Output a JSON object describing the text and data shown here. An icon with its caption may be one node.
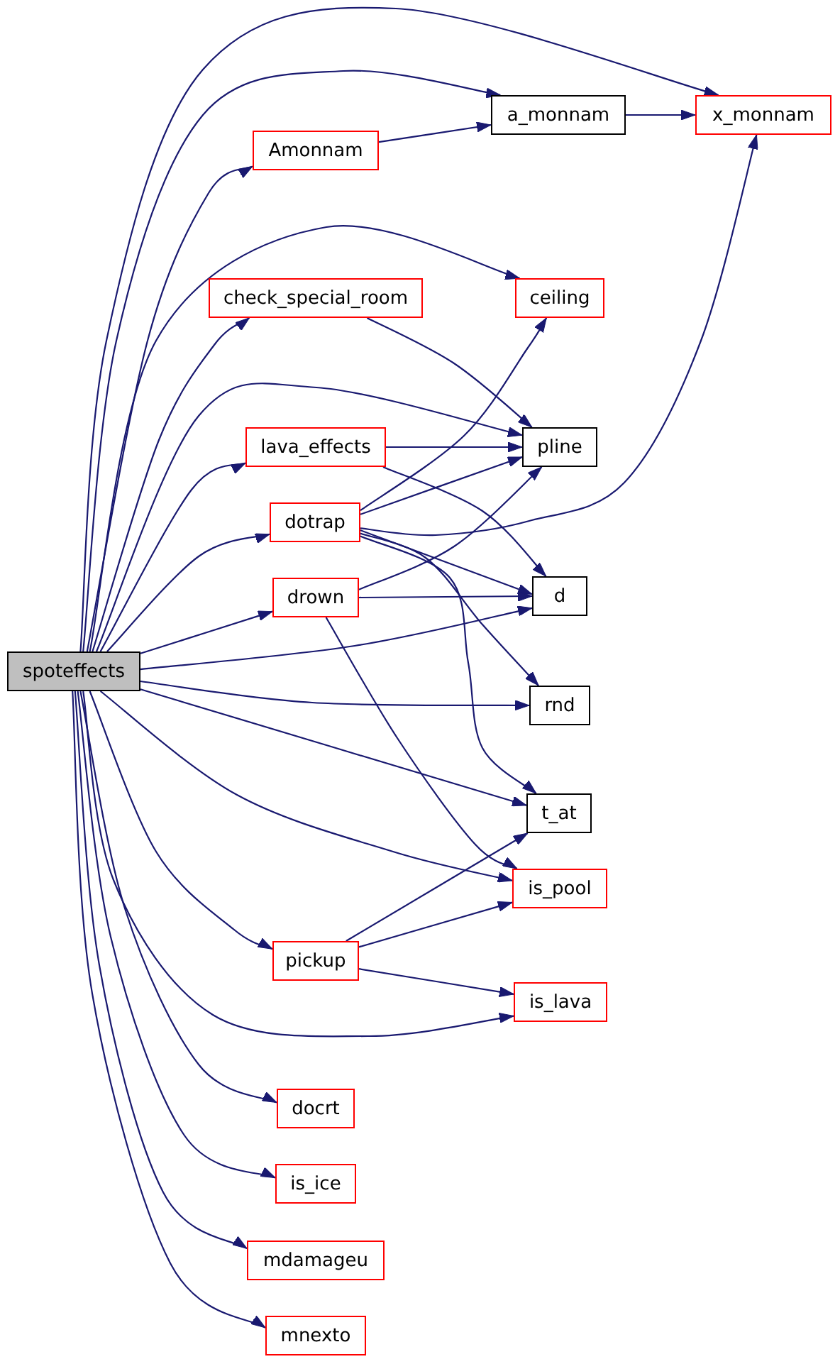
{
  "diagram": {
    "nodes": [
      {
        "text": [
          "spoteffects"
        ]
      },
      {
        "text": [
          "a_monnam"
        ]
      },
      {
        "text": [
          "x_monnam"
        ]
      },
      {
        "text": [
          "Amonnam"
        ]
      },
      {
        "text": [
          "check_special_room"
        ]
      },
      {
        "text": [
          "ceiling"
        ]
      },
      {
        "text": [
          "lava_effects"
        ]
      },
      {
        "text": [
          "pline"
        ]
      },
      {
        "text": [
          "dotrap"
        ]
      },
      {
        "text": [
          "drown"
        ]
      },
      {
        "text": [
          "d"
        ]
      },
      {
        "text": [
          "rnd"
        ]
      },
      {
        "text": [
          "t_at"
        ]
      },
      {
        "text": [
          "is_pool"
        ]
      },
      {
        "text": [
          "pickup"
        ]
      },
      {
        "text": [
          "is_lava"
        ]
      },
      {
        "text": [
          "docrt"
        ]
      },
      {
        "text": [
          "is_ice"
        ]
      },
      {
        "text": [
          "mdamageu"
        ]
      },
      {
        "text": [
          "mnexto"
        ]
      }
    ],
    "edges": [
      {
        "from": 0,
        "to": 2,
        "arrow": "to"
      },
      {
        "from": 0,
        "to": 1,
        "arrow": "to"
      },
      {
        "from": 0,
        "to": 3,
        "arrow": "to"
      },
      {
        "from": 3,
        "to": 1,
        "arrow": "to"
      },
      {
        "from": 1,
        "to": 2,
        "arrow": "to"
      },
      {
        "from": 0,
        "to": 5,
        "arrow": "to"
      },
      {
        "from": 0,
        "to": 4,
        "arrow": "to"
      },
      {
        "from": 4,
        "to": 7,
        "arrow": "to"
      },
      {
        "from": 0,
        "to": 7,
        "arrow": "to"
      },
      {
        "from": 0,
        "to": 6,
        "arrow": "to"
      },
      {
        "from": 6,
        "to": 7,
        "arrow": "to"
      },
      {
        "from": 6,
        "to": 10,
        "arrow": "to"
      },
      {
        "from": 0,
        "to": 8,
        "arrow": "to"
      },
      {
        "from": 8,
        "to": 5,
        "arrow": "to"
      },
      {
        "from": 8,
        "to": 7,
        "arrow": "to"
      },
      {
        "from": 8,
        "to": 2,
        "arrow": "to"
      },
      {
        "from": 8,
        "to": 10,
        "arrow": "to"
      },
      {
        "from": 8,
        "to": 11,
        "arrow": "to"
      },
      {
        "from": 8,
        "to": 12,
        "arrow": "to"
      },
      {
        "from": 0,
        "to": 9,
        "arrow": "to"
      },
      {
        "from": 9,
        "to": 7,
        "arrow": "to"
      },
      {
        "from": 9,
        "to": 10,
        "arrow": "to"
      },
      {
        "from": 9,
        "to": 13,
        "arrow": "to"
      },
      {
        "from": 0,
        "to": 10,
        "arrow": "to"
      },
      {
        "from": 0,
        "to": 11,
        "arrow": "to"
      },
      {
        "from": 0,
        "to": 12,
        "arrow": "to"
      },
      {
        "from": 0,
        "to": 13,
        "arrow": "to"
      },
      {
        "from": 0,
        "to": 14,
        "arrow": "to"
      },
      {
        "from": 14,
        "to": 12,
        "arrow": "to"
      },
      {
        "from": 14,
        "to": 13,
        "arrow": "to"
      },
      {
        "from": 14,
        "to": 15,
        "arrow": "to"
      },
      {
        "from": 0,
        "to": 15,
        "arrow": "to"
      },
      {
        "from": 0,
        "to": 16,
        "arrow": "to"
      },
      {
        "from": 0,
        "to": 17,
        "arrow": "to"
      },
      {
        "from": 0,
        "to": 18,
        "arrow": "to"
      },
      {
        "from": 0,
        "to": 19,
        "arrow": "to"
      }
    ]
  }
}
